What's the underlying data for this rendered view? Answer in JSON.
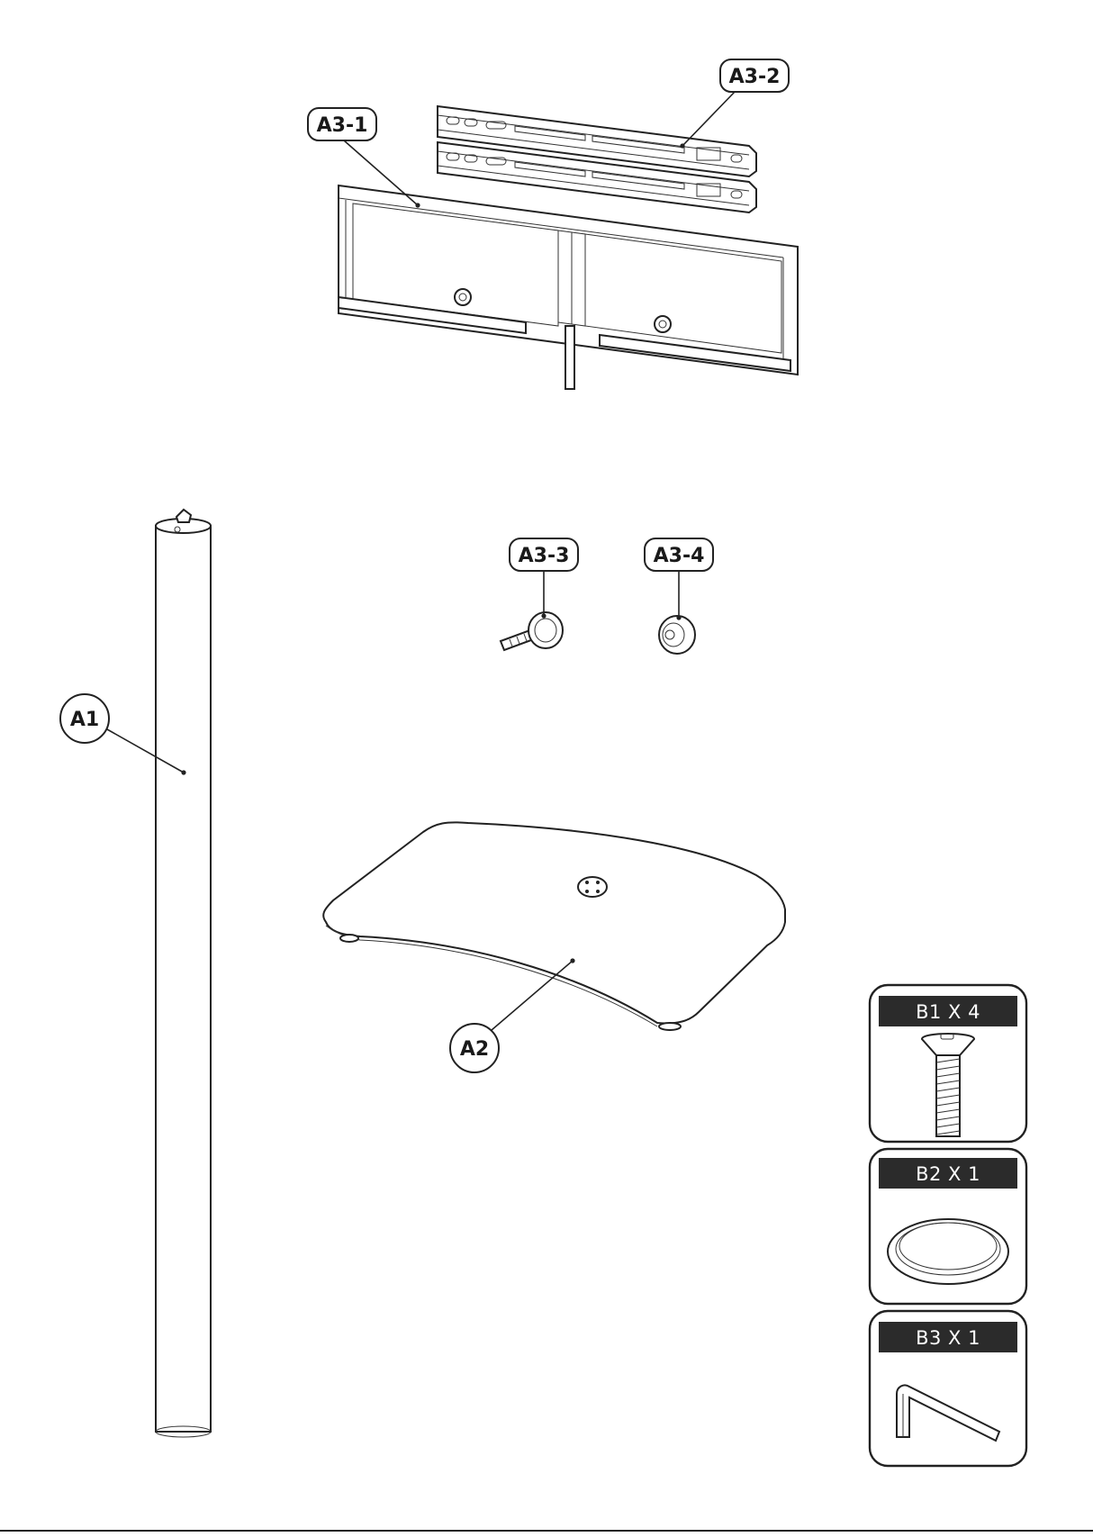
{
  "labels": {
    "a3_1": "A3-1",
    "a3_2": "A3-2",
    "a3_3": "A3-3",
    "a3_4": "A3-4",
    "a1": "A1",
    "a2": "A2"
  },
  "hardware": [
    {
      "id": "B1",
      "header": "B1 X 4",
      "icon": "screw-icon"
    },
    {
      "id": "B2",
      "header": "B2 X 1",
      "icon": "ring-washer-icon"
    },
    {
      "id": "B3",
      "header": "B3 X 1",
      "icon": "allen-key-icon"
    }
  ],
  "colors": {
    "line": "#222222",
    "header_fill": "#2b2b2b",
    "background": "#ffffff"
  }
}
